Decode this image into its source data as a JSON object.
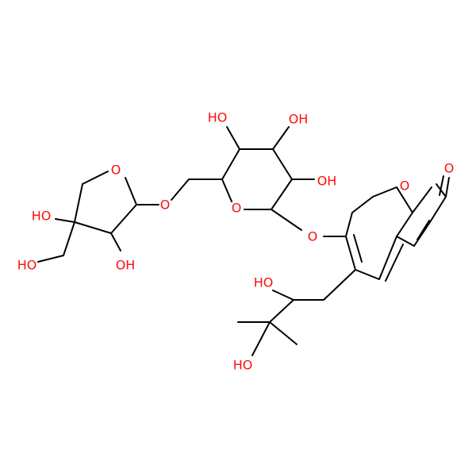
{
  "molecule": {
    "colors": {
      "bond": "#000000",
      "oxygen": "#ff0d0d"
    },
    "labels": {
      "carbonyl_o": "O",
      "coumarin_ring_o": "O",
      "oh_glc_top_left": "HO",
      "oh_glc_top_right": "OH",
      "oh_glc_right": "OH",
      "glc_ring_o": "O",
      "glycosidic_o": "O",
      "linker_o": "O",
      "api_ring_o": "O",
      "api_ho_quaternary": "HO",
      "api_ho_ch2": "HO",
      "api_oh_c2": "OH",
      "side_oh": "HO",
      "side_ho_tert": "HO"
    }
  }
}
